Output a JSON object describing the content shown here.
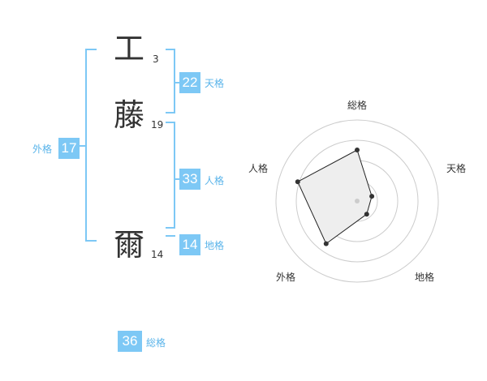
{
  "name": {
    "chars": [
      {
        "char": "工",
        "strokes": "3"
      },
      {
        "char": "藤",
        "strokes": "19"
      },
      {
        "char": "爾",
        "strokes": "14"
      }
    ]
  },
  "fortune": {
    "tenkaku": {
      "value": "22",
      "label": "天格"
    },
    "jinkaku": {
      "value": "33",
      "label": "人格"
    },
    "chikaku": {
      "value": "14",
      "label": "地格"
    },
    "gaikaku": {
      "value": "17",
      "label": "外格"
    },
    "soukaku": {
      "value": "36",
      "label": "総格"
    }
  },
  "radar": {
    "labels": {
      "top": "総格",
      "right": "天格",
      "bottom_right": "地格",
      "bottom_left": "外格",
      "left": "人格"
    },
    "scores": [
      0.63,
      0.19,
      0.2,
      0.65,
      0.77
    ],
    "rings": 4
  },
  "colors": {
    "accent": "#7dc8f5",
    "label": "#5ab4ea",
    "bracket": "#7dc8f5",
    "ring": "#cccccc",
    "fill": "#eeeeee",
    "dot": "#333333"
  }
}
